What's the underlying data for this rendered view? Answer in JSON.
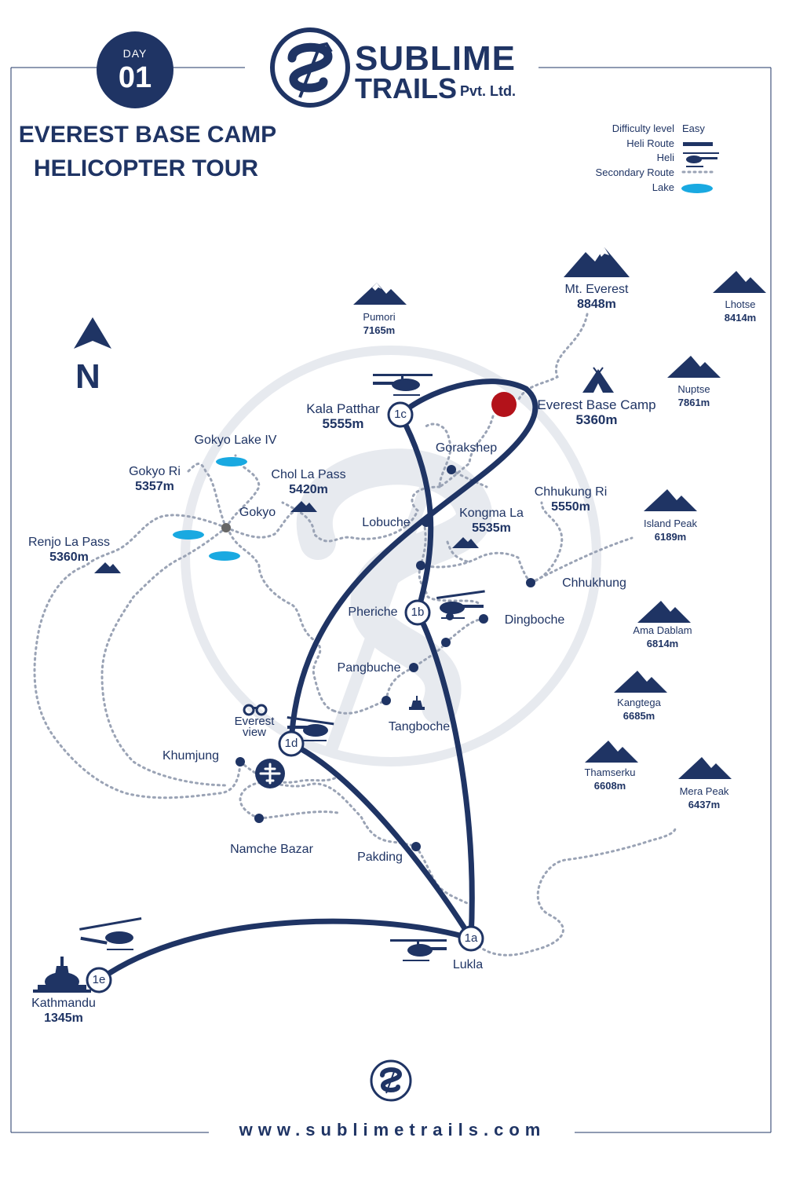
{
  "header": {
    "day_label": "DAY",
    "day_number": "01",
    "brand_line1": "SUBLIME",
    "brand_line2": "TRAILS",
    "brand_suffix": "Pvt. Ltd.",
    "title_line1": "EVEREST  BASE CAMP",
    "title_line2": "HELICOPTER TOUR"
  },
  "legend": {
    "difficulty_label": "Difficulty level",
    "difficulty_value": "Easy",
    "heli_route": "Heli Route",
    "heli": "Heli",
    "secondary_route": "Secondary Route",
    "lake": "Lake"
  },
  "compass": {
    "label": "N"
  },
  "peaks": [
    {
      "name": "Pumori",
      "alt": "7165m"
    },
    {
      "name": "Mt. Everest",
      "alt": "8848m"
    },
    {
      "name": "Lhotse",
      "alt": "8414m"
    },
    {
      "name": "Nuptse",
      "alt": "7861m"
    },
    {
      "name": "Island Peak",
      "alt": "6189m"
    },
    {
      "name": "Ama Dablam",
      "alt": "6814m"
    },
    {
      "name": "Kangtega",
      "alt": "6685m"
    },
    {
      "name": "Thamserku",
      "alt": "6608m"
    },
    {
      "name": "Mera Peak",
      "alt": "6437m"
    }
  ],
  "places": {
    "kala_patthar": {
      "name": "Kala Patthar",
      "alt": "5555m"
    },
    "everest_base_camp": {
      "name": "Everest Base Camp",
      "alt": "5360m"
    },
    "gokyo_lake": "Gokyo Lake IV",
    "gokyo_ri": {
      "name": "Gokyo Ri",
      "alt": "5357m"
    },
    "chol_la": {
      "name": "Chol La Pass",
      "alt": "5420m"
    },
    "gokyo": "Gokyo",
    "renjo_la": {
      "name": "Renjo La Pass",
      "alt": "5360m"
    },
    "gorakshep": "Gorakshep",
    "lobuche": "Lobuche",
    "kongma_la": {
      "name": "Kongma La",
      "alt": "5535m"
    },
    "chhukung_ri": {
      "name": "Chhukung Ri",
      "alt": "5550m"
    },
    "chhukhung": "Chhukhung",
    "pheriche": "Pheriche",
    "dingboche": "Dingboche",
    "pangbuche": "Pangbuche",
    "tangboche": "Tangboche",
    "everest_view_1": "Everest",
    "everest_view_2": "view",
    "khumjung": "Khumjung",
    "namche": "Namche Bazar",
    "pakding": "Pakding",
    "lukla": "Lukla",
    "kathmandu": {
      "name": "Kathmandu",
      "alt": "1345m"
    }
  },
  "waypoints": {
    "a": "1a",
    "b": "1b",
    "c": "1c",
    "d": "1d",
    "e": "1e"
  },
  "footer": {
    "website": "www.sublimetrails.com"
  },
  "colors": {
    "navy": "#1f3464",
    "lake": "#19a9e1",
    "base_camp": "#b3121a",
    "route_dots": "#9aa3b5",
    "watermark": "#e3e6ec"
  },
  "icons": [
    "helicopter-icon",
    "mountain-icon",
    "tent-icon",
    "airport-icon",
    "binoculars-icon",
    "stupa-icon",
    "monastery-icon",
    "north-arrow-icon"
  ]
}
